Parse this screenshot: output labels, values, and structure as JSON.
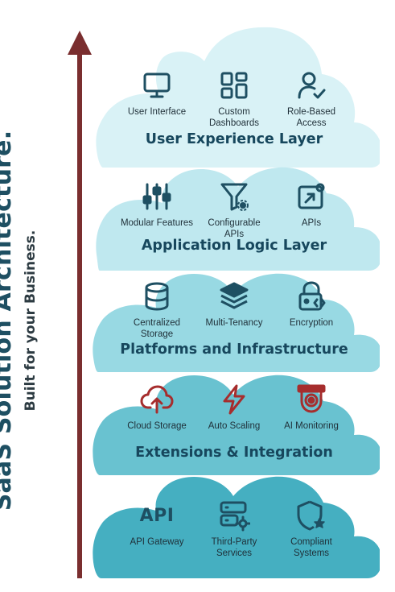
{
  "title": "SaaS Solution Architecture.",
  "subtitle": "Built for your Business.",
  "colors": {
    "title": "#1e4f62",
    "arrow": "#7a2e2f",
    "icon_dark": "#1e4f62",
    "icon_red": "#a62d2d",
    "layer_fills": [
      "#d9f2f6",
      "#bfe8ef",
      "#98d9e3",
      "#69c2d0",
      "#45afc1"
    ]
  },
  "layers": [
    {
      "title": "User Experience Layer",
      "items": [
        {
          "icon": "monitor-icon",
          "label": "User Interface"
        },
        {
          "icon": "dashboard-icon",
          "label": "Custom Dashboards"
        },
        {
          "icon": "user-check-icon",
          "label": "Role-Based Access"
        }
      ]
    },
    {
      "title": "Application Logic Layer",
      "items": [
        {
          "icon": "sliders-icon",
          "label": "Modular Features"
        },
        {
          "icon": "filter-gear-icon",
          "label": "Configurable APIs"
        },
        {
          "icon": "api-link-icon",
          "label": "APIs"
        }
      ]
    },
    {
      "title": "Platforms and Infrastructure",
      "items": [
        {
          "icon": "database-icon",
          "label": "Centralized Storage"
        },
        {
          "icon": "layers-icon",
          "label": "Multi-Tenancy"
        },
        {
          "icon": "lock-code-icon",
          "label": "Encryption"
        }
      ]
    },
    {
      "title": "Extensions & Integration",
      "items": [
        {
          "icon": "cloud-upload-icon",
          "label": "Cloud Storage"
        },
        {
          "icon": "lightning-icon",
          "label": "Auto Scaling"
        },
        {
          "icon": "camera-icon",
          "label": "AI Monitoring"
        }
      ]
    },
    {
      "title": "Cloud Infrastructure",
      "items": [
        {
          "icon": "api-text-icon",
          "label": "API Gateway",
          "icon_text": "API"
        },
        {
          "icon": "server-gear-icon",
          "label": "Third-Party Services"
        },
        {
          "icon": "shield-star-icon",
          "label": "Compliant Systems"
        }
      ]
    }
  ]
}
